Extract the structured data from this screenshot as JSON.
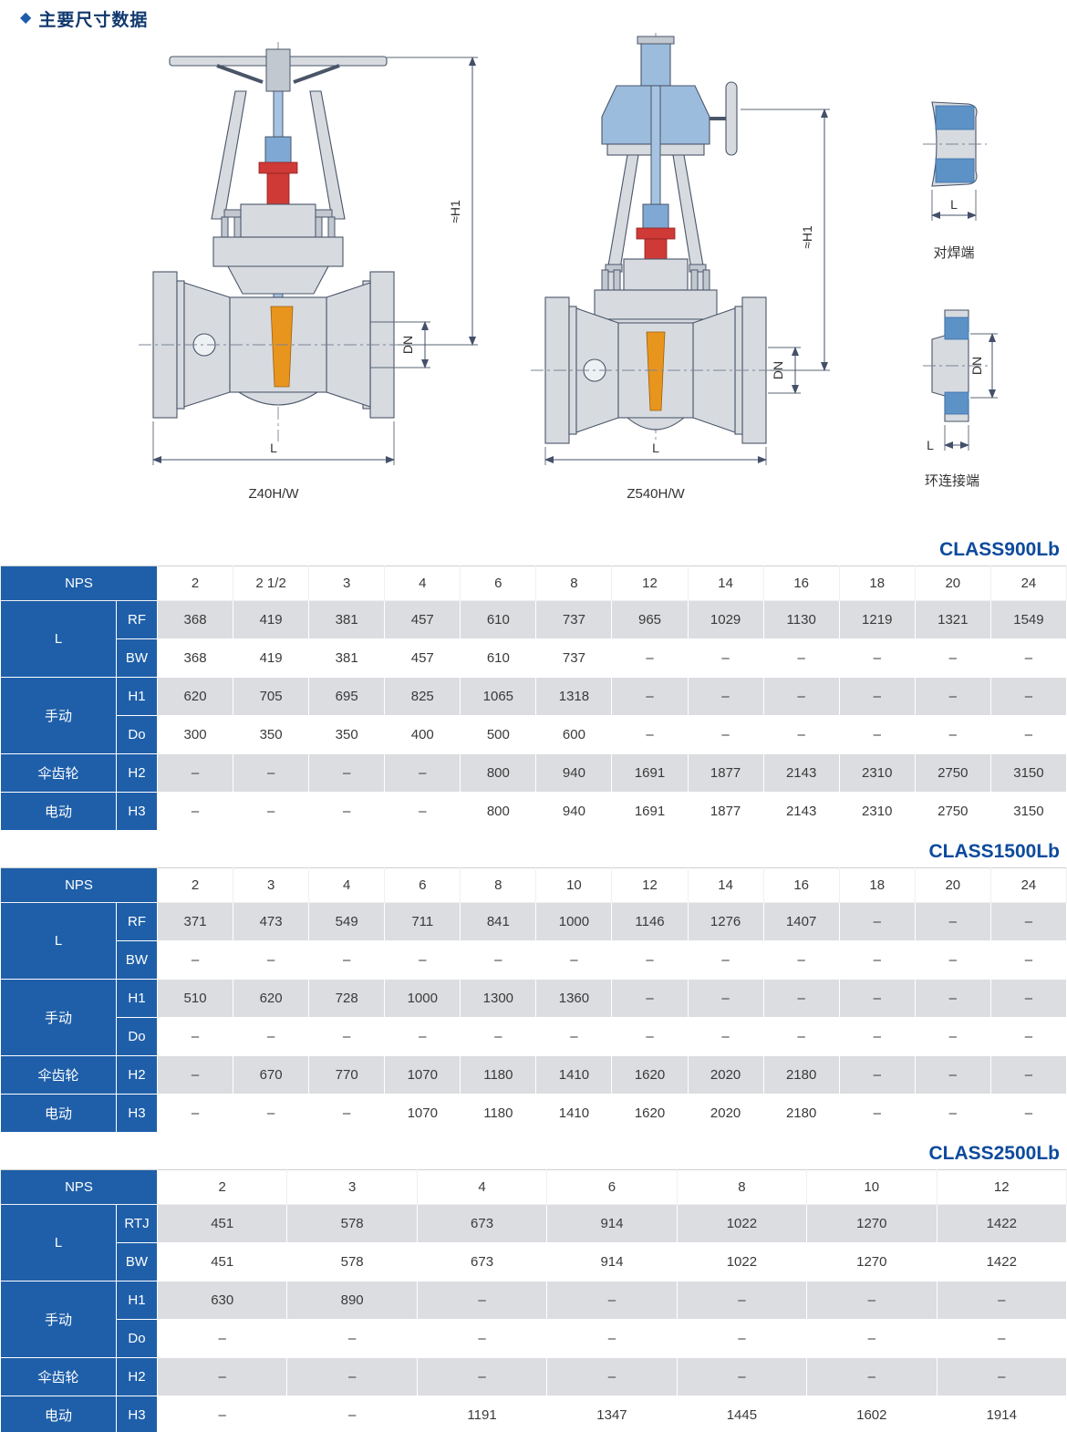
{
  "page": {
    "bullet": "◆",
    "title": "主要尺寸数据"
  },
  "colors": {
    "header_blue": "#1f5fa9",
    "title_blue": "#0d4a9d",
    "row_shade": "#dcdde0",
    "steel_blue": "#5d92c6",
    "red_part": "#cf3a36",
    "orange_part": "#e8951e"
  },
  "drawings": {
    "valve_flanged": {
      "caption": "Z40H/W",
      "height_label": "≈H1",
      "bore_label": "DN",
      "length_label": "L"
    },
    "valve_gear": {
      "caption": "Z540H/W",
      "height_label": "≈H1",
      "bore_label": "DN",
      "length_label": "L"
    },
    "butt_weld_end": {
      "caption": "对焊端",
      "length_label": "L"
    },
    "ring_joint_end": {
      "caption": "环连接端",
      "bore_label": "DN",
      "length_label": "L"
    }
  },
  "tables": [
    {
      "title": "CLASS900Lb",
      "nps_label": "NPS",
      "columns": [
        "2",
        "2 1/2",
        "3",
        "4",
        "6",
        "8",
        "12",
        "14",
        "16",
        "18",
        "20",
        "24"
      ],
      "row_groups": [
        {
          "label": "L",
          "rows": [
            {
              "sub": "RF",
              "values": [
                "368",
                "419",
                "381",
                "457",
                "610",
                "737",
                "965",
                "1029",
                "1130",
                "1219",
                "1321",
                "1549"
              ]
            },
            {
              "sub": "BW",
              "values": [
                "368",
                "419",
                "381",
                "457",
                "610",
                "737",
                "–",
                "–",
                "–",
                "–",
                "–",
                "–"
              ]
            }
          ]
        },
        {
          "label": "手动",
          "rows": [
            {
              "sub": "H1",
              "values": [
                "620",
                "705",
                "695",
                "825",
                "1065",
                "1318",
                "–",
                "–",
                "–",
                "–",
                "–",
                "–"
              ]
            },
            {
              "sub": "Do",
              "values": [
                "300",
                "350",
                "350",
                "400",
                "500",
                "600",
                "–",
                "–",
                "–",
                "–",
                "–",
                "–"
              ]
            }
          ]
        },
        {
          "label": "伞齿轮",
          "rows": [
            {
              "sub": "H2",
              "values": [
                "–",
                "–",
                "–",
                "–",
                "800",
                "940",
                "1691",
                "1877",
                "2143",
                "2310",
                "2750",
                "3150"
              ]
            }
          ]
        },
        {
          "label": "电动",
          "rows": [
            {
              "sub": "H3",
              "values": [
                "–",
                "–",
                "–",
                "–",
                "800",
                "940",
                "1691",
                "1877",
                "2143",
                "2310",
                "2750",
                "3150"
              ]
            }
          ]
        }
      ]
    },
    {
      "title": "CLASS1500Lb",
      "nps_label": "NPS",
      "columns": [
        "2",
        "3",
        "4",
        "6",
        "8",
        "10",
        "12",
        "14",
        "16",
        "18",
        "20",
        "24"
      ],
      "row_groups": [
        {
          "label": "L",
          "rows": [
            {
              "sub": "RF",
              "values": [
                "371",
                "473",
                "549",
                "711",
                "841",
                "1000",
                "1146",
                "1276",
                "1407",
                "–",
                "–",
                "–"
              ]
            },
            {
              "sub": "BW",
              "values": [
                "–",
                "–",
                "–",
                "–",
                "–",
                "–",
                "–",
                "–",
                "–",
                "–",
                "–",
                "–"
              ]
            }
          ]
        },
        {
          "label": "手动",
          "rows": [
            {
              "sub": "H1",
              "values": [
                "510",
                "620",
                "728",
                "1000",
                "1300",
                "1360",
                "–",
                "–",
                "–",
                "–",
                "–",
                "–"
              ]
            },
            {
              "sub": "Do",
              "values": [
                "–",
                "–",
                "–",
                "–",
                "–",
                "–",
                "–",
                "–",
                "–",
                "–",
                "–",
                "–"
              ]
            }
          ]
        },
        {
          "label": "伞齿轮",
          "rows": [
            {
              "sub": "H2",
              "values": [
                "–",
                "670",
                "770",
                "1070",
                "1180",
                "1410",
                "1620",
                "2020",
                "2180",
                "–",
                "–",
                "–"
              ]
            }
          ]
        },
        {
          "label": "电动",
          "rows": [
            {
              "sub": "H3",
              "values": [
                "–",
                "–",
                "–",
                "1070",
                "1180",
                "1410",
                "1620",
                "2020",
                "2180",
                "–",
                "–",
                "–"
              ]
            }
          ]
        }
      ]
    },
    {
      "title": "CLASS2500Lb",
      "nps_label": "NPS",
      "columns": [
        "2",
        "3",
        "4",
        "6",
        "8",
        "10",
        "12"
      ],
      "row_groups": [
        {
          "label": "L",
          "rows": [
            {
              "sub": "RTJ",
              "values": [
                "451",
                "578",
                "673",
                "914",
                "1022",
                "1270",
                "1422"
              ]
            },
            {
              "sub": "BW",
              "values": [
                "451",
                "578",
                "673",
                "914",
                "1022",
                "1270",
                "1422"
              ]
            }
          ]
        },
        {
          "label": "手动",
          "rows": [
            {
              "sub": "H1",
              "values": [
                "630",
                "890",
                "–",
                "–",
                "–",
                "–",
                "–"
              ]
            },
            {
              "sub": "Do",
              "values": [
                "–",
                "–",
                "–",
                "–",
                "–",
                "–",
                "–"
              ]
            }
          ]
        },
        {
          "label": "伞齿轮",
          "rows": [
            {
              "sub": "H2",
              "values": [
                "–",
                "–",
                "–",
                "–",
                "–",
                "–",
                "–"
              ]
            }
          ]
        },
        {
          "label": "电动",
          "rows": [
            {
              "sub": "H3",
              "values": [
                "–",
                "–",
                "1191",
                "1347",
                "1445",
                "1602",
                "1914"
              ]
            }
          ]
        }
      ]
    }
  ]
}
